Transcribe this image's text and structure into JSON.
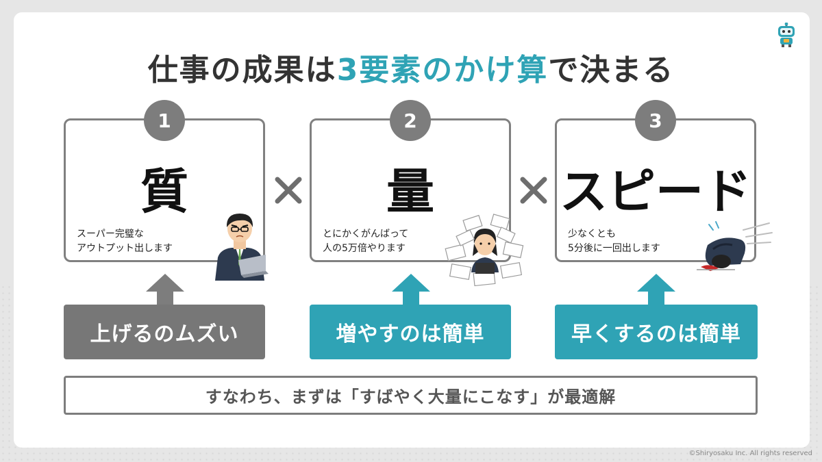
{
  "title": {
    "part1": "仕事の成果は",
    "highlight": "3要素のかけ算",
    "part2": "で決まる"
  },
  "colors": {
    "accent": "#2fa3b5",
    "gray": "#7d7d7d",
    "text": "#333333"
  },
  "factors": [
    {
      "number": "1",
      "name": "質",
      "desc_line1": "スーパー完璧な",
      "desc_line2": "アウトプット出します",
      "illustration": "businessman-laptop-illustration",
      "result": "上げるのムズい",
      "result_color": "#777777"
    },
    {
      "number": "2",
      "name": "量",
      "desc_line1": "とにかくがんばって",
      "desc_line2": "人の5万倍やります",
      "illustration": "woman-buried-in-papers-illustration",
      "result": "増やすのは簡単",
      "result_color": "#2fa3b5"
    },
    {
      "number": "3",
      "name": "スピード",
      "desc_line1": "少なくとも",
      "desc_line2": "5分後に一回出します",
      "illustration": "person-sliding-fast-illustration",
      "result": "早くするのは簡単",
      "result_color": "#2fa3b5"
    }
  ],
  "operator": "×",
  "conclusion": "すなわち、まずは「すばやく大量にこなす」が最適解",
  "copyright": "©Shiryosaku Inc. All rights reserved"
}
